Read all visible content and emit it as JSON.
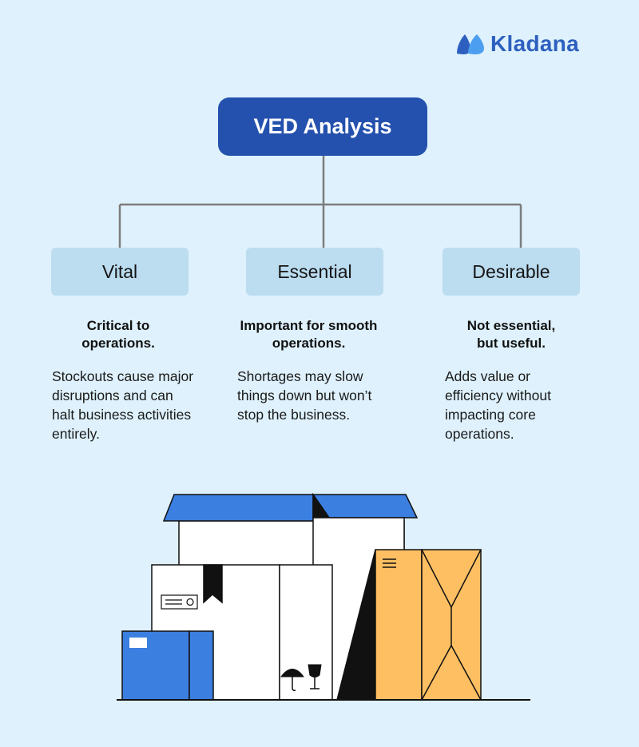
{
  "brand": {
    "name": "Kladana"
  },
  "diagram": {
    "root": "VED Analysis",
    "categories": [
      {
        "title": "Vital",
        "subtitle": "Critical to operations.",
        "description": "Stockouts cause major disruptions and can halt business activities entirely."
      },
      {
        "title": "Essential",
        "subtitle": "Important for smooth operations.",
        "description": "Shortages may slow things down but won’t stop the business."
      },
      {
        "title": "Desirable",
        "subtitle": "Not essential, but useful.",
        "description": "Adds value or efficiency without impacting core operations."
      }
    ]
  },
  "colors": {
    "background": "#def1fc",
    "root_box": "#2451ad",
    "category_box": "#bcdcf0",
    "brand_blue": "#2d5fbf",
    "box_blue": "#3b7fe0",
    "box_orange": "#fdbf62"
  },
  "illustration": {
    "subject": "stacked-shipping-boxes",
    "icons": [
      "umbrella-icon",
      "fragile-glass-icon",
      "document-label-icon"
    ]
  }
}
